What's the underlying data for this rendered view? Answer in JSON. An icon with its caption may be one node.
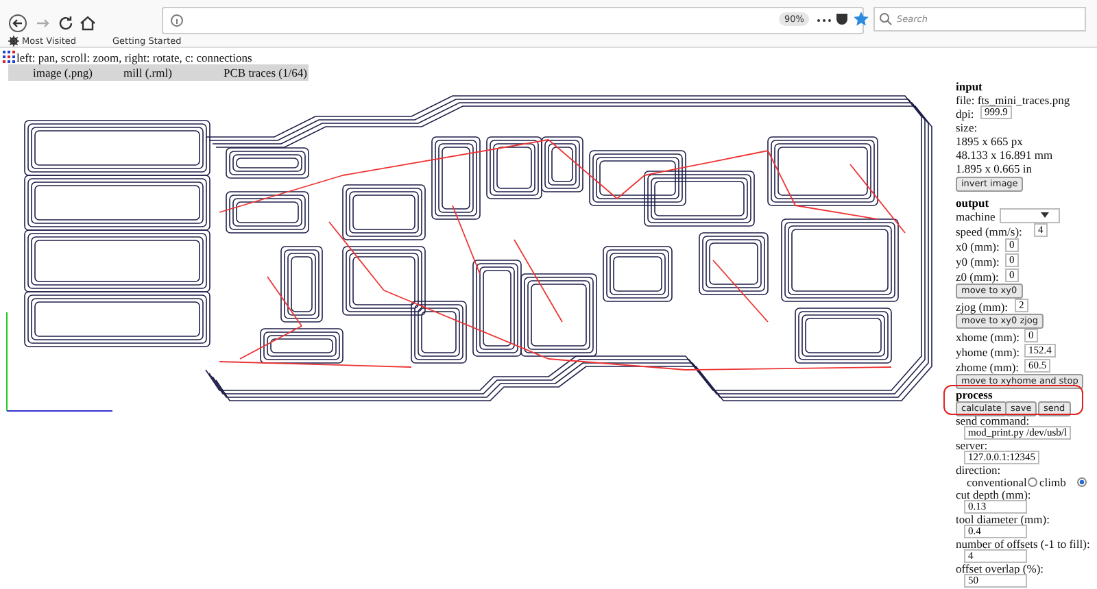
{
  "diagram": {
    "labels": [
      "90%",
      "Search",
      "Most Visited",
      "Getting Started",
      "left: pan, scroll: zoom, right: rotate, c: connections",
      "image (.png)",
      "mill (.rml)",
      "PCB traces (1/64)",
      "input",
      "file: fts_mini_traces.png",
      "dpi:",
      "999.9",
      "size:",
      "1895 x 665 px",
      "48.133 x 16.891 mm",
      "1.895 x 0.665 in",
      "invert image",
      "output",
      "machine",
      "speed (mm/s):",
      "4",
      "x0 (mm):",
      "0",
      "y0 (mm):",
      "0",
      "z0 (mm):",
      "0",
      "move to xy0",
      "zjog (mm):",
      "2",
      "move to xy0 zjog",
      "xhome (mm):",
      "0",
      "yhome (mm):",
      "152.4",
      "zhome (mm):",
      "60.5",
      "move to xyhome and stop",
      "process",
      "calculate",
      "save",
      "send",
      "send command:",
      "mod_print.py /dev/usb/l",
      "server:",
      "127.0.0.1:12345",
      "direction:",
      "conventional",
      "climb",
      "cut depth (mm):",
      "0.13",
      "tool diameter (mm):",
      "0.4",
      "number of offsets (-1 to fill):",
      "4",
      "offset overlap (%):",
      "50"
    ]
  }
}
